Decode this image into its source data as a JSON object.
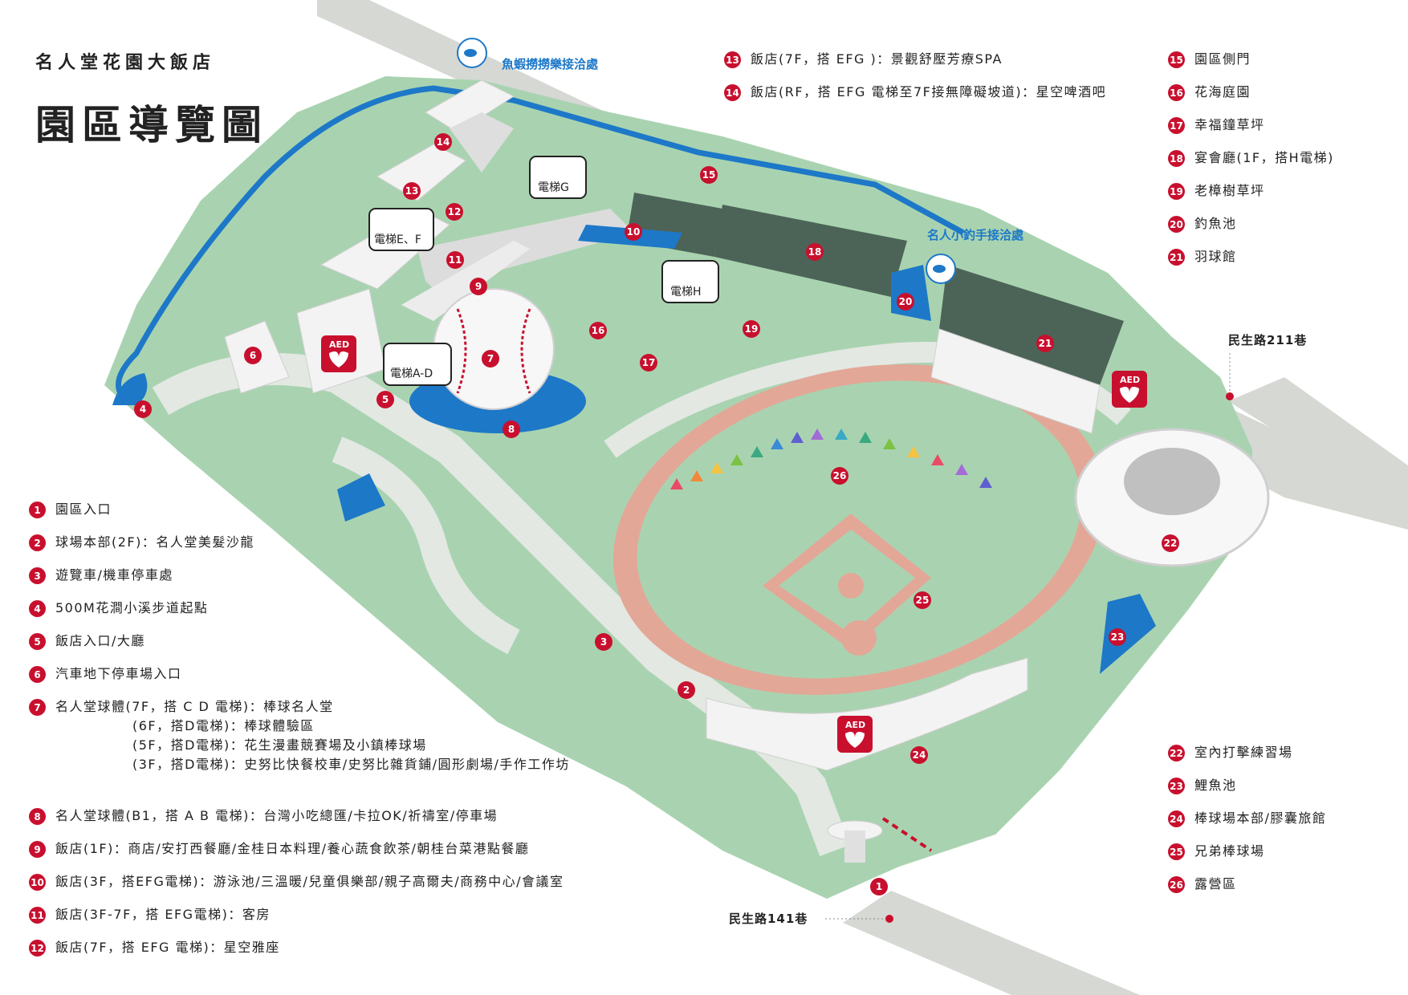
{
  "title": {
    "hotel_name": "名人堂花園大飯店",
    "map_title": "園區導覽圖"
  },
  "colors": {
    "marker_red": "#c8102e",
    "grass": "#a9d3b0",
    "path": "#e3e8e3",
    "water": "#1d78c8",
    "track": "#e3a797",
    "building": "#f3f3f3"
  },
  "legend_left": [
    {
      "num": "1",
      "lines": [
        "園區入口"
      ]
    },
    {
      "num": "2",
      "lines": [
        "球場本部(2F)：名人堂美髮沙龍"
      ]
    },
    {
      "num": "3",
      "lines": [
        "遊覽車/機車停車處"
      ]
    },
    {
      "num": "4",
      "lines": [
        "500M花澗小溪步道起點"
      ]
    },
    {
      "num": "5",
      "lines": [
        "飯店入口/大廳"
      ]
    },
    {
      "num": "6",
      "lines": [
        "汽車地下停車場入口"
      ]
    },
    {
      "num": "7",
      "lines": [
        "名人堂球體(7F，搭 C D 電梯)：棒球名人堂",
        "(6F，搭D電梯)：棒球體驗區",
        "(5F，搭D電梯)：花生漫畫競賽場及小鎮棒球場",
        "(3F，搭D電梯)：史努比快餐校車/史努比雜貨鋪/圓形劇場/手作工作坊"
      ]
    },
    {
      "num": "8",
      "lines": [
        "名人堂球體(B1，搭 A B 電梯)：台灣小吃總匯/卡拉OK/祈禱室/停車場"
      ]
    },
    {
      "num": "9",
      "lines": [
        "飯店(1F)：商店/安打西餐廳/金桂日本料理/養心蔬食飲茶/朝桂台菜港點餐廳"
      ]
    },
    {
      "num": "10",
      "lines": [
        "飯店(3F，搭EFG電梯)：游泳池/三溫暖/兒童俱樂部/親子高爾夫/商務中心/會議室"
      ]
    },
    {
      "num": "11",
      "lines": [
        "飯店(3F-7F，搭 EFG電梯)：客房"
      ]
    },
    {
      "num": "12",
      "lines": [
        "飯店(7F，搭 EFG 電梯)：星空雅座"
      ]
    }
  ],
  "legend_top": [
    {
      "num": "13",
      "lines": [
        "飯店(7F，搭 EFG )：景觀舒壓芳療SPA"
      ]
    },
    {
      "num": "14",
      "lines": [
        "飯店(RF，搭 EFG 電梯至7F接無障礙坡道)：星空啤酒吧"
      ]
    }
  ],
  "legend_right_top": [
    {
      "num": "15",
      "lines": [
        "園區側門"
      ]
    },
    {
      "num": "16",
      "lines": [
        "花海庭園"
      ]
    },
    {
      "num": "17",
      "lines": [
        "幸福鐘草坪"
      ]
    },
    {
      "num": "18",
      "lines": [
        "宴會廳(1F，搭H電梯)"
      ]
    },
    {
      "num": "19",
      "lines": [
        "老樟樹草坪"
      ]
    },
    {
      "num": "20",
      "lines": [
        "釣魚池"
      ]
    },
    {
      "num": "21",
      "lines": [
        "羽球館"
      ]
    }
  ],
  "legend_right_bottom": [
    {
      "num": "22",
      "lines": [
        "室內打擊練習場"
      ]
    },
    {
      "num": "23",
      "lines": [
        "鯉魚池"
      ]
    },
    {
      "num": "24",
      "lines": [
        "棒球場本部/膠囊旅館"
      ]
    },
    {
      "num": "25",
      "lines": [
        "兄弟棒球場"
      ]
    },
    {
      "num": "26",
      "lines": [
        "露營區"
      ]
    }
  ],
  "map_labels": {
    "shrimp_fishing": "魚蝦撈撈樂接洽處",
    "kids_fishing": "名人小釣手接洽處",
    "road_211": "民生路211巷",
    "road_141": "民生路141巷",
    "aed": "AED"
  },
  "elevators": {
    "g": "電梯G",
    "ef": "電梯E、F",
    "h": "電梯H",
    "ad": "電梯A-D"
  },
  "markers": [
    "1",
    "2",
    "3",
    "4",
    "5",
    "6",
    "7",
    "8",
    "9",
    "10",
    "11",
    "12",
    "13",
    "14",
    "15",
    "16",
    "17",
    "18",
    "19",
    "20",
    "21",
    "22",
    "23",
    "24",
    "25",
    "26"
  ]
}
